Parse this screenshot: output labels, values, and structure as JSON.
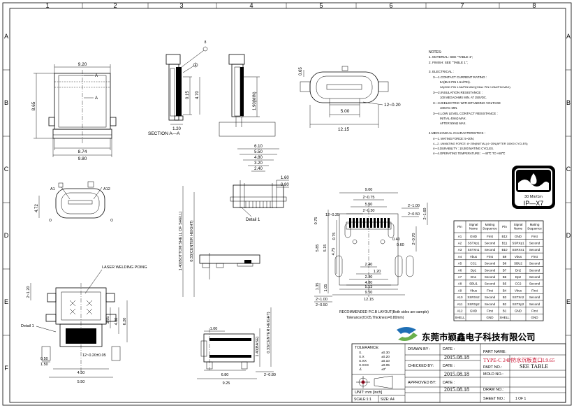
{
  "border": {
    "columns": [
      "1",
      "2",
      "3",
      "4",
      "5",
      "6",
      "7",
      "8"
    ],
    "rows": [
      "A",
      "B",
      "C",
      "D",
      "E",
      "F"
    ]
  },
  "views": {
    "top": {
      "dims": [
        "9.20",
        "8.65",
        "8.74",
        "9.80"
      ],
      "section_marks": [
        "A",
        "A"
      ]
    },
    "section": {
      "title": "SECTION A—A",
      "dims": [
        "0.15",
        "4.70",
        "1.20",
        "1.90(MIN)"
      ],
      "balloons": [
        "8",
        "4"
      ]
    },
    "front": {
      "dims": [
        "0.65",
        "5.00",
        "12~0.20",
        "12.15"
      ]
    },
    "iso": {
      "labels": [
        "A1",
        "A12"
      ]
    },
    "bottom_shell": {
      "dims": [
        "4.72"
      ]
    },
    "pcb_end": {
      "dims": [
        "6.10",
        "5.50",
        "4.80",
        "3.20",
        "2.40",
        "1.60",
        "0.80"
      ],
      "detail_label": "Detail 1",
      "vertical_labels": [
        "1.40(BOTTOM SHELL OF SHELL)",
        "0.33(CENTER HEIGHT)"
      ]
    },
    "laser": {
      "label": "LASER WELDING POING",
      "dims": [
        "2~1.20",
        "3.95",
        "4.80",
        "6.20",
        "0.50",
        "1.50",
        "4.50",
        "5.50",
        "12~0.20±0.05"
      ],
      "detail_label": "Detail 1"
    },
    "footprint": {
      "dims": [
        "9.00",
        "2~0.75",
        "5.50",
        "2~0.30",
        "12~0.35",
        "0.75",
        "5.85",
        "5.15",
        "4.75",
        "2~1.00",
        "2~0.50",
        "2~1.60",
        "2~0.70",
        "0.40",
        "0.60",
        "2.40",
        "1.20",
        "2.40",
        "4.80",
        "5.53",
        "9.50",
        "12.15",
        "0.75",
        "1.35",
        "1.05",
        "2~1.00",
        "2~0.50"
      ],
      "note": "RECOMMENDED P.C.B LAYOUT(Both sides are sample)",
      "tolerance": "Tolerance(±0.05,Thickness=0.80mm)"
    },
    "side": {
      "dims": [
        "1.00",
        "1.40(BASE)",
        "0.33(CENTER HEIGHT)",
        "6.80",
        "9.25",
        "2~0.80"
      ]
    }
  },
  "notes": {
    "header": "NOTES:",
    "lines": [
      "1. MATERIAL: SEE \"TABLE 1\";",
      "2. FINISH: SEE \"TABLE 1\";",
      "",
      "3. ELECTRICAL :",
      "3—1.CONTACT CURRENT RATING :",
      "5A(BUS PIN 1.5A/PIN).",
      "3A(GND PIN 1.5A/PIN MAX)(Other PIN 0.25A/PIN MAX).",
      "3—2.INSULATION RESISTANCE :",
      "100 MEGAOHMS MIN. AT 250VDC.",
      "3—3.DIELECTRIC WITHSTANDING VOLTAGE",
      "100VAC MIN.",
      "3—4.LOW LEVEL CONTACT RESISTANCE :",
      "INITIAL 40mΩ MAX.",
      "AFTER 50mΩ MAX.",
      "",
      "4.MECHANICAL CHARACTERISTICS :",
      "4—1. MATING FORCE: 5~20N;",
      "4—2. UNMATING FORCE: 8~20N(INITIAL),6~20N(AFTER 10000 CYCLES);",
      "4—3.DURABILITY : 10,000 MATING CYCLES.",
      "4—4.OPERATING TEMPERATURE : —40℃ TO +80℃"
    ]
  },
  "badge": {
    "text": "30 Min/1m",
    "rating": "IP—X7"
  },
  "pin_table": {
    "headers": [
      "Pin",
      "Signal Name",
      "Mating Sequence",
      "Pin",
      "Signal Name",
      "Mating Sequence"
    ],
    "rows": [
      [
        "A1",
        "GND",
        "First",
        "B12",
        "GND",
        "First"
      ],
      [
        "A2",
        "SSTXp1",
        "Second",
        "B11",
        "SSRXp1",
        "Second"
      ],
      [
        "A3",
        "SSTXn1",
        "Second",
        "B10",
        "SSRXn1",
        "Second"
      ],
      [
        "A4",
        "Vbus",
        "First",
        "B9",
        "Vbus",
        "First"
      ],
      [
        "A5",
        "CC1",
        "Second",
        "B8",
        "SBU2",
        "Second"
      ],
      [
        "A6",
        "Dp1",
        "Second",
        "B7",
        "Dn2",
        "Second"
      ],
      [
        "A7",
        "Dn1",
        "Second",
        "B6",
        "Dp2",
        "Second"
      ],
      [
        "A8",
        "SBU1",
        "Second",
        "B5",
        "CC2",
        "Second"
      ],
      [
        "A9",
        "Vbus",
        "First",
        "B4",
        "Vbus",
        "First"
      ],
      [
        "A10",
        "SSRXn2",
        "Second",
        "B3",
        "SSTXn2",
        "Second"
      ],
      [
        "A11",
        "SSRXp2",
        "Second",
        "B2",
        "SSTXp2",
        "Second"
      ],
      [
        "A12",
        "GND",
        "First",
        "B1",
        "GND",
        "First"
      ],
      [
        "SHELL",
        "",
        "GND",
        "SHELL",
        "",
        "GND"
      ]
    ]
  },
  "company": "东莞市颖鑫电子科技有限公司",
  "title_block": {
    "tolerance_label": "TOLERANCE:",
    "tolerance_rows": [
      [
        "X.",
        "±0.30"
      ],
      [
        "X.X",
        "±0.20"
      ],
      [
        "X.XX",
        "±0.10"
      ],
      [
        "X.XXX",
        "±0.05"
      ],
      [
        "∠",
        "±2°"
      ]
    ],
    "unit": "UNIT:  mm  [inch]",
    "scale": "SCALE:1:1",
    "size": "SIZE: A4",
    "drawn_by": "DRAWN BY :",
    "checked_by": "CHECKED BY:",
    "approved_by": "APPROVED BY:",
    "date_label": "DATE :",
    "date_value": "2015.08.18",
    "part_name_label": "PART NAME:",
    "part_name_value": "TYPE-C 24P防水沉板直口L9.65",
    "part_no_label": "PART NO.:",
    "part_no_value": "SEE TABLE",
    "mold_no": "MOLD NO.:",
    "draw_no": "DRAW NO.:",
    "sheet_no": "SHEET NO.:",
    "sheet_value": "1 OF 1"
  }
}
